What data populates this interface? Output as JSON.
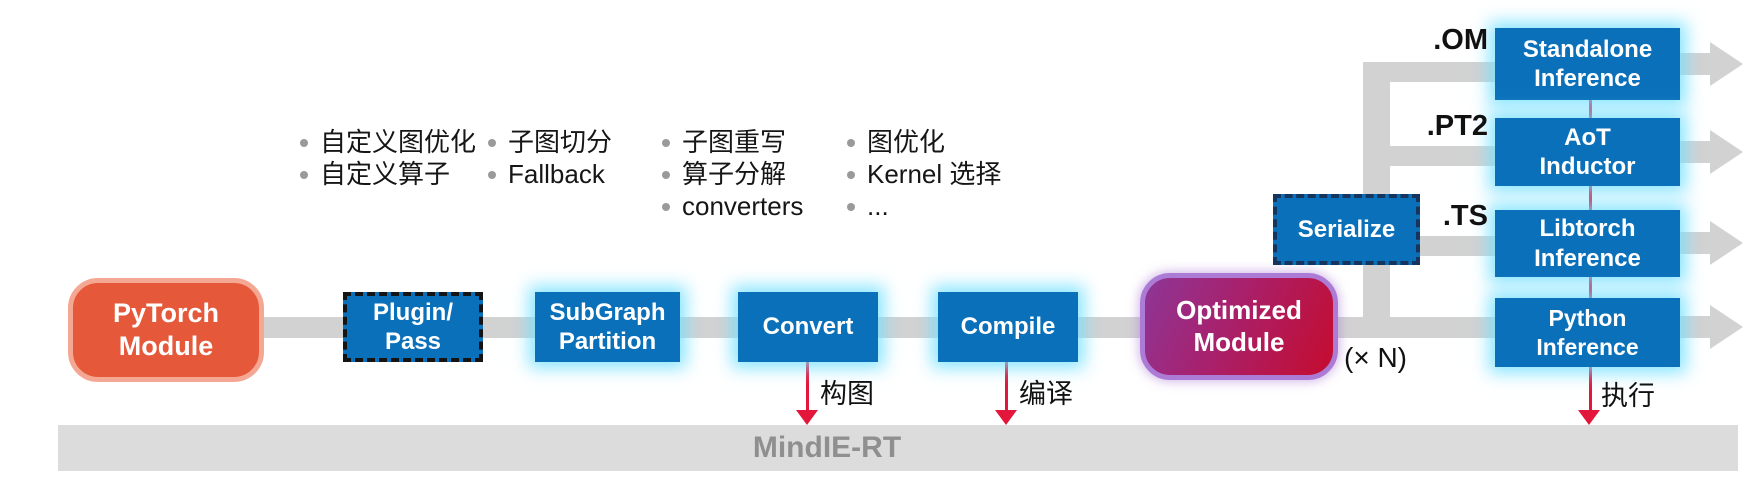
{
  "colors": {
    "node_blue": "#0b70ba",
    "pytorch_orange": "#e5583a",
    "pytorch_border": "#f4a894",
    "optimized_gradient_start": "#8d3697",
    "optimized_gradient_end": "#c50c2e",
    "optimized_border": "#ab7bd5",
    "glow_cyan": "#73e1ff",
    "connector_gray": "#d2d2d2",
    "arrow_red": "#e2173b",
    "runtime_bar_bg": "#dcdcdc",
    "runtime_bar_text": "#8f8f8f"
  },
  "pipeline": {
    "pytorch": "PyTorch\nModule",
    "plugin": "Plugin/\nPass",
    "subgraph": "SubGraph\nPartition",
    "convert": "Convert",
    "compile": "Compile",
    "optimized": "Optimized\nModule",
    "serialize": "Serialize",
    "times_n": "(× N)"
  },
  "annotations": [
    {
      "items": [
        "自定义图优化",
        "自定义算子"
      ]
    },
    {
      "items": [
        "子图切分",
        "Fallback"
      ]
    },
    {
      "items": [
        "子图重写",
        "算子分解",
        "converters"
      ]
    },
    {
      "items": [
        "图优化",
        "Kernel 选择",
        "..."
      ]
    }
  ],
  "outputs": {
    "om_format": ".OM",
    "pt2_format": ".PT2",
    "ts_format": ".TS",
    "standalone": "Standalone\nInference",
    "aot": "AoT\nInductor",
    "libtorch": "Libtorch\nInference",
    "python": "Python Inference"
  },
  "actions": {
    "convert_label": "构图",
    "compile_label": "编译",
    "execute_label": "执行"
  },
  "runtime": {
    "label": "MindIE-RT"
  }
}
